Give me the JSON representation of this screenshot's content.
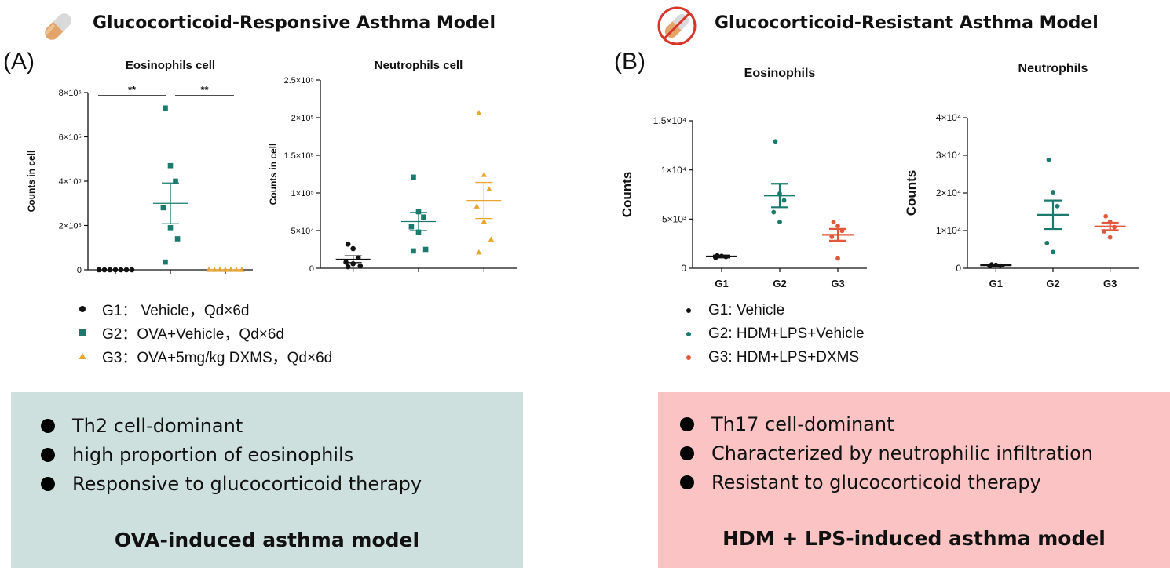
{
  "panelA": {
    "title": "Glucocorticoid-Responsive Asthma Model",
    "label": "(A)",
    "legend": [
      {
        "marker": "circle",
        "color": "#111111",
        "text": "G1： Vehicle，Qd×6d"
      },
      {
        "marker": "square",
        "color": "#1a7a6b",
        "text": "G2：OVA+Vehicle，Qd×6d"
      },
      {
        "marker": "triangle",
        "color": "#e8a530",
        "text": "G3：OVA+5mg/kg DXMS，Qd×6d"
      }
    ],
    "box": {
      "bullets": [
        "Th2 cell-dominant",
        "high proportion of eosinophils",
        "Responsive to glucocorticoid therapy"
      ],
      "footer": "OVA-induced asthma model",
      "color": "#cde0dd"
    }
  },
  "panelB": {
    "title": "Glucocorticoid-Resistant Asthma Model",
    "label": "(B)",
    "legend": [
      {
        "marker": "dot",
        "color": "#111111",
        "text": "G1: Vehicle"
      },
      {
        "marker": "dot",
        "color": "#1a7a6b",
        "text": "G2: HDM+LPS+Vehicle"
      },
      {
        "marker": "dot",
        "color": "#e0573a",
        "text": "G3: HDM+LPS+DXMS"
      }
    ],
    "box": {
      "bullets": [
        "Th17 cell-dominant",
        "Characterized by neutrophilic infiltration",
        "Resistant to glucocorticoid therapy"
      ],
      "footer": "HDM + LPS-induced asthma model",
      "color": "#fbc3c3"
    }
  },
  "chart_data": [
    {
      "type": "scatter",
      "title": "Eosinophils cell",
      "ylabel": "Counts in cell",
      "ylim": [
        0,
        800000
      ],
      "yticks": [
        {
          "v": 0,
          "t": "0"
        },
        {
          "v": 200000,
          "t": "2×10⁵"
        },
        {
          "v": 400000,
          "t": "4×10⁵"
        },
        {
          "v": 600000,
          "t": "6×10⁵"
        },
        {
          "v": 800000,
          "t": "8×10⁵"
        }
      ],
      "categories": [],
      "significance": [
        {
          "from": 0,
          "to": 1,
          "label": "**"
        },
        {
          "from": 1,
          "to": 2,
          "label": "**"
        }
      ],
      "series": [
        {
          "marker": "circle",
          "color": "#111111",
          "mean": 0,
          "sem": 0,
          "points": [
            0,
            0,
            0,
            0,
            0,
            0,
            0
          ]
        },
        {
          "marker": "square",
          "color": "#1a7a6b",
          "mean": 300000,
          "sem": 92000,
          "points": [
            730000,
            470000,
            400000,
            280000,
            190000,
            140000,
            35000
          ]
        },
        {
          "marker": "triangle",
          "color": "#e8a530",
          "mean": 0,
          "sem": 0,
          "points": [
            0,
            0,
            0,
            0,
            0,
            0,
            0
          ]
        }
      ]
    },
    {
      "type": "scatter",
      "title": "Neutrophils cell",
      "ylabel": "Counts in cell",
      "ylim": [
        0,
        250000
      ],
      "yticks": [
        {
          "v": 0,
          "t": "0"
        },
        {
          "v": 50000,
          "t": "5×10⁴"
        },
        {
          "v": 100000,
          "t": "1×10⁵"
        },
        {
          "v": 150000,
          "t": "1.5×10⁵"
        },
        {
          "v": 200000,
          "t": "2×10⁵"
        },
        {
          "v": 250000,
          "t": "2.5×10⁵"
        }
      ],
      "categories": [],
      "series": [
        {
          "marker": "circle",
          "color": "#111111",
          "mean": 12000,
          "sem": 4500,
          "points": [
            32000,
            26000,
            14000,
            8000,
            6000,
            3000,
            2000
          ]
        },
        {
          "marker": "square",
          "color": "#1a7a6b",
          "mean": 62000,
          "sem": 12000,
          "points": [
            121000,
            75000,
            68000,
            55000,
            48000,
            25000,
            23000
          ]
        },
        {
          "marker": "triangle",
          "color": "#e8a530",
          "mean": 90000,
          "sem": 24000,
          "points": [
            206000,
            124000,
            105000,
            82000,
            62000,
            38000,
            21000
          ]
        }
      ]
    },
    {
      "type": "scatter",
      "title": "Eosinophils",
      "ylabel": "Counts",
      "ylim": [
        0,
        15000
      ],
      "yticks": [
        {
          "v": 0,
          "t": "0"
        },
        {
          "v": 5000,
          "t": "5×10³"
        },
        {
          "v": 10000,
          "t": "1×10⁴"
        },
        {
          "v": 15000,
          "t": "1.5×10⁴"
        }
      ],
      "categories": [
        "G1",
        "G2",
        "G3"
      ],
      "series": [
        {
          "marker": "circle",
          "color": "#111111",
          "mean": 1200,
          "sem": 100,
          "points": [
            1300,
            1250,
            1150,
            1050
          ]
        },
        {
          "marker": "circle",
          "color": "#1a7a6b",
          "mean": 7400,
          "sem": 1200,
          "points": [
            12900,
            7600,
            6900,
            5700,
            4700
          ]
        },
        {
          "marker": "circle",
          "color": "#e0573a",
          "mean": 3400,
          "sem": 600,
          "points": [
            4700,
            4300,
            3800,
            3200,
            1000
          ]
        }
      ]
    },
    {
      "type": "scatter",
      "title": "Neutrophils",
      "ylabel": "Counts",
      "ylim": [
        0,
        40000
      ],
      "yticks": [
        {
          "v": 0,
          "t": "0"
        },
        {
          "v": 10000,
          "t": "1×10⁴"
        },
        {
          "v": 20000,
          "t": "2×10⁴"
        },
        {
          "v": 30000,
          "t": "3×10⁴"
        },
        {
          "v": 40000,
          "t": "4×10⁴"
        }
      ],
      "categories": [
        "G1",
        "G2",
        "G3"
      ],
      "series": [
        {
          "marker": "circle",
          "color": "#111111",
          "mean": 800,
          "sem": 150,
          "points": [
            1000,
            900,
            700,
            500
          ]
        },
        {
          "marker": "circle",
          "color": "#1a7a6b",
          "mean": 14200,
          "sem": 3800,
          "points": [
            28800,
            20200,
            16500,
            6700,
            4300
          ]
        },
        {
          "marker": "circle",
          "color": "#e0573a",
          "mean": 11100,
          "sem": 1000,
          "points": [
            13800,
            12300,
            10900,
            9800,
            8200
          ]
        }
      ]
    }
  ]
}
